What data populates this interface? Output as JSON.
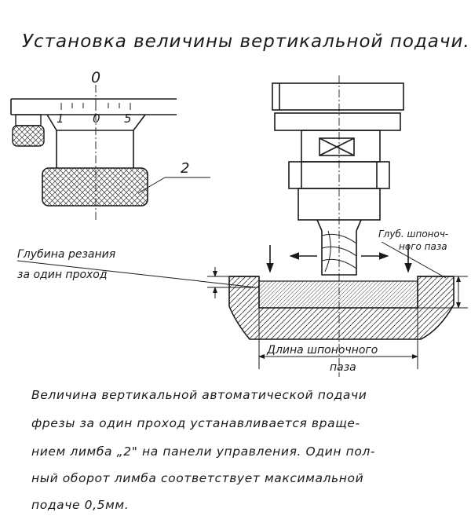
{
  "title": "Установка величины вертикальной подачи.",
  "dial": {
    "zero_label": "0",
    "scale_left": "1",
    "scale_mid": "0",
    "scale_right": "5",
    "knob_callout": "2"
  },
  "labels": {
    "cut_depth_line1": "Глубина резания",
    "cut_depth_line2": "за один проход",
    "key_depth_line1": "Глуб. шпоноч-",
    "key_depth_line2": "ного паза",
    "key_length_line1": "Длина шпоночного",
    "key_length_line2": "паза"
  },
  "description": [
    "Величина вертикальной автоматической подачи",
    "фрезы за один проход устанавливается враще-",
    "нием лимба „2\" на панели управления. Один пол-",
    "ный оборот лимба соответствует максимальной",
    "подаче 0,5мм."
  ]
}
